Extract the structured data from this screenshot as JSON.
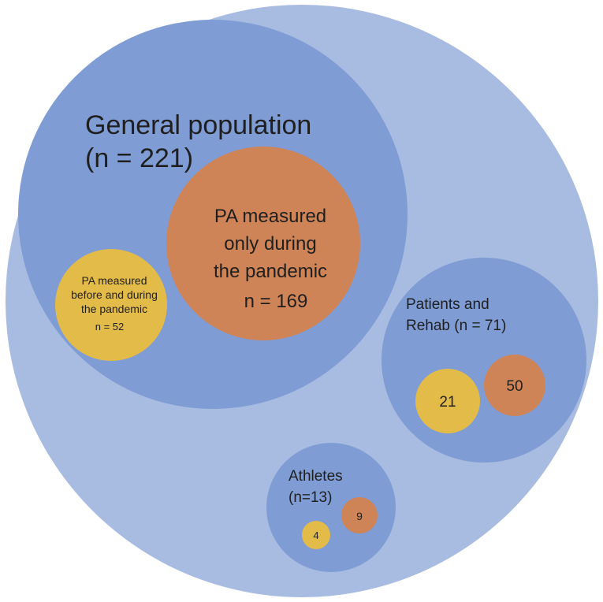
{
  "colors": {
    "outer": "#a8bbe0",
    "group": "#7f9cd4",
    "during_only": "#cf8457",
    "before_during": "#e3bb48"
  },
  "groups": {
    "general": {
      "title": "General population",
      "n": "(n = 221)",
      "during_only": {
        "line1": "PA measured",
        "line2": "only during",
        "line3": "the pandemic",
        "n": "n = 169"
      },
      "before_during": {
        "line1": "PA measured",
        "line2": "before and during",
        "line3": "the pandemic",
        "n": "n = 52"
      }
    },
    "patients": {
      "title_line1": "Patients and",
      "title_line2": "Rehab (n = 71)",
      "before_during_n": "21",
      "during_only_n": "50"
    },
    "athletes": {
      "title_line1": "Athletes",
      "title_line2": "(n=13)",
      "during_only_n": "9",
      "before_during_n": "4"
    }
  }
}
